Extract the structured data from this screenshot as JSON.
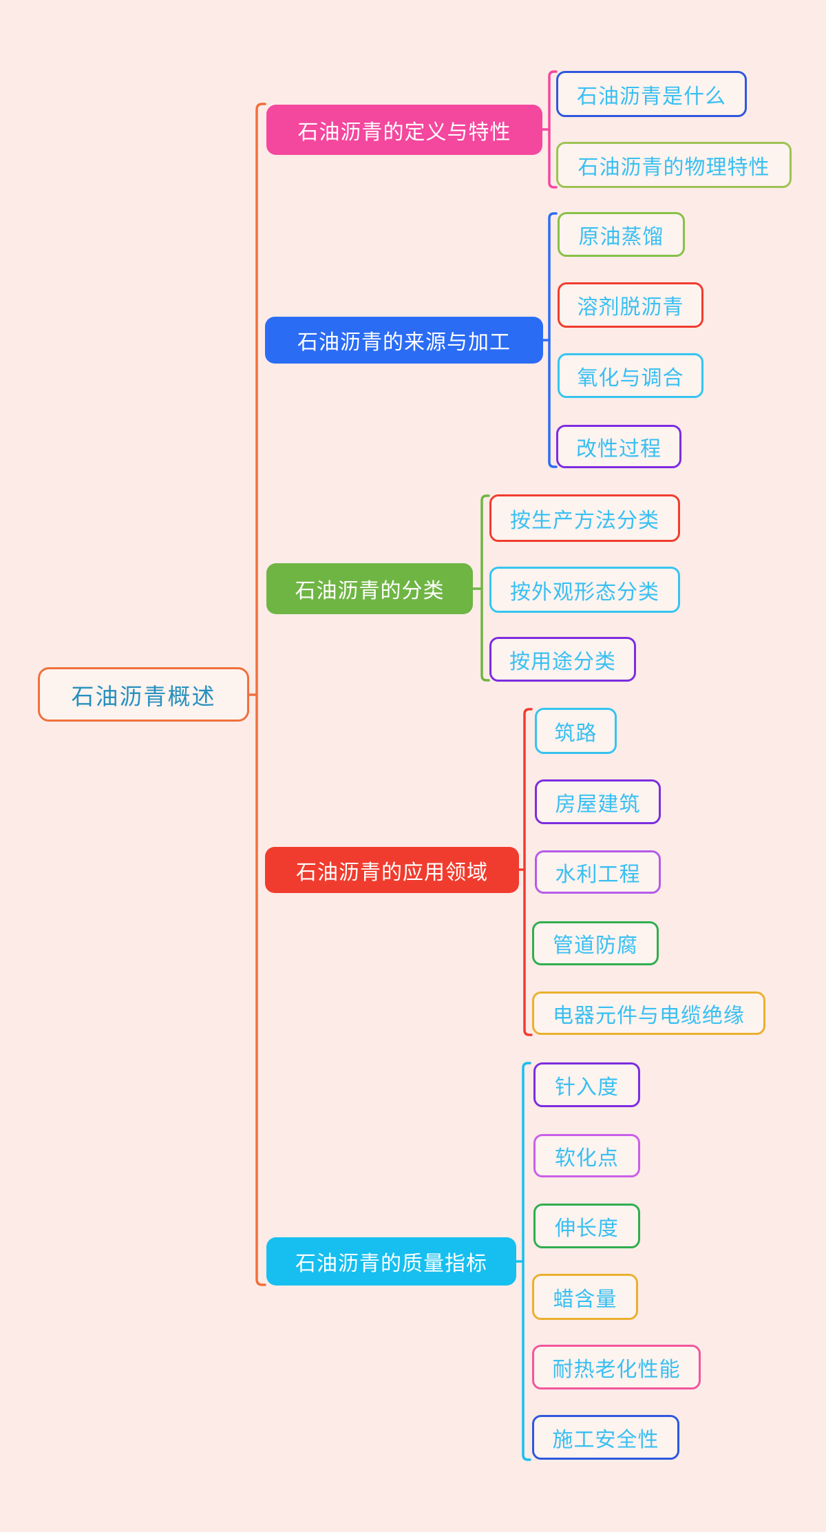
{
  "title": "石油沥青概述",
  "colors": {
    "background": "#fcebe7",
    "node_bg": "#fdf3ef",
    "root_text": "#2690bd",
    "branch_text": "#ffffff",
    "child_text": "#38bff2"
  },
  "root": {
    "label": "石油沥青概述",
    "color": "#f0703c"
  },
  "branches": [
    {
      "label": "石油沥青的定义与特性",
      "color": "#f4479e",
      "children": [
        {
          "label": "石油沥青是什么",
          "color": "#2e57dd"
        },
        {
          "label": "石油沥青的物理特性",
          "color": "#9cc353"
        }
      ]
    },
    {
      "label": "石油沥青的来源与加工",
      "color": "#2b6cf4",
      "children": [
        {
          "label": "原油蒸馏",
          "color": "#85c146"
        },
        {
          "label": "溶剂脱沥青",
          "color": "#f03c2e"
        },
        {
          "label": "氧化与调合",
          "color": "#35c4f0"
        },
        {
          "label": "改性过程",
          "color": "#7d2ce0"
        }
      ]
    },
    {
      "label": "石油沥青的分类",
      "color": "#6fb544",
      "children": [
        {
          "label": "按生产方法分类",
          "color": "#f03c2e"
        },
        {
          "label": "按外观形态分类",
          "color": "#35c4f0"
        },
        {
          "label": "按用途分类",
          "color": "#7d2ce0"
        }
      ]
    },
    {
      "label": "石油沥青的应用领域",
      "color": "#f03c2e",
      "children": [
        {
          "label": "筑路",
          "color": "#35c4f0"
        },
        {
          "label": "房屋建筑",
          "color": "#7d2ce0"
        },
        {
          "label": "水利工程",
          "color": "#b55ce8"
        },
        {
          "label": "管道防腐",
          "color": "#2fae4e"
        },
        {
          "label": "电器元件与电缆绝缘",
          "color": "#eab02e"
        }
      ]
    },
    {
      "label": "石油沥青的质量指标",
      "color": "#16bfef",
      "children": [
        {
          "label": "针入度",
          "color": "#7d2ce0"
        },
        {
          "label": "软化点",
          "color": "#c95fe8"
        },
        {
          "label": "伸长度",
          "color": "#2fae4e"
        },
        {
          "label": "蜡含量",
          "color": "#eab02e"
        },
        {
          "label": "耐热老化性能",
          "color": "#f2569c"
        },
        {
          "label": "施工安全性",
          "color": "#2e57dd"
        }
      ]
    }
  ]
}
